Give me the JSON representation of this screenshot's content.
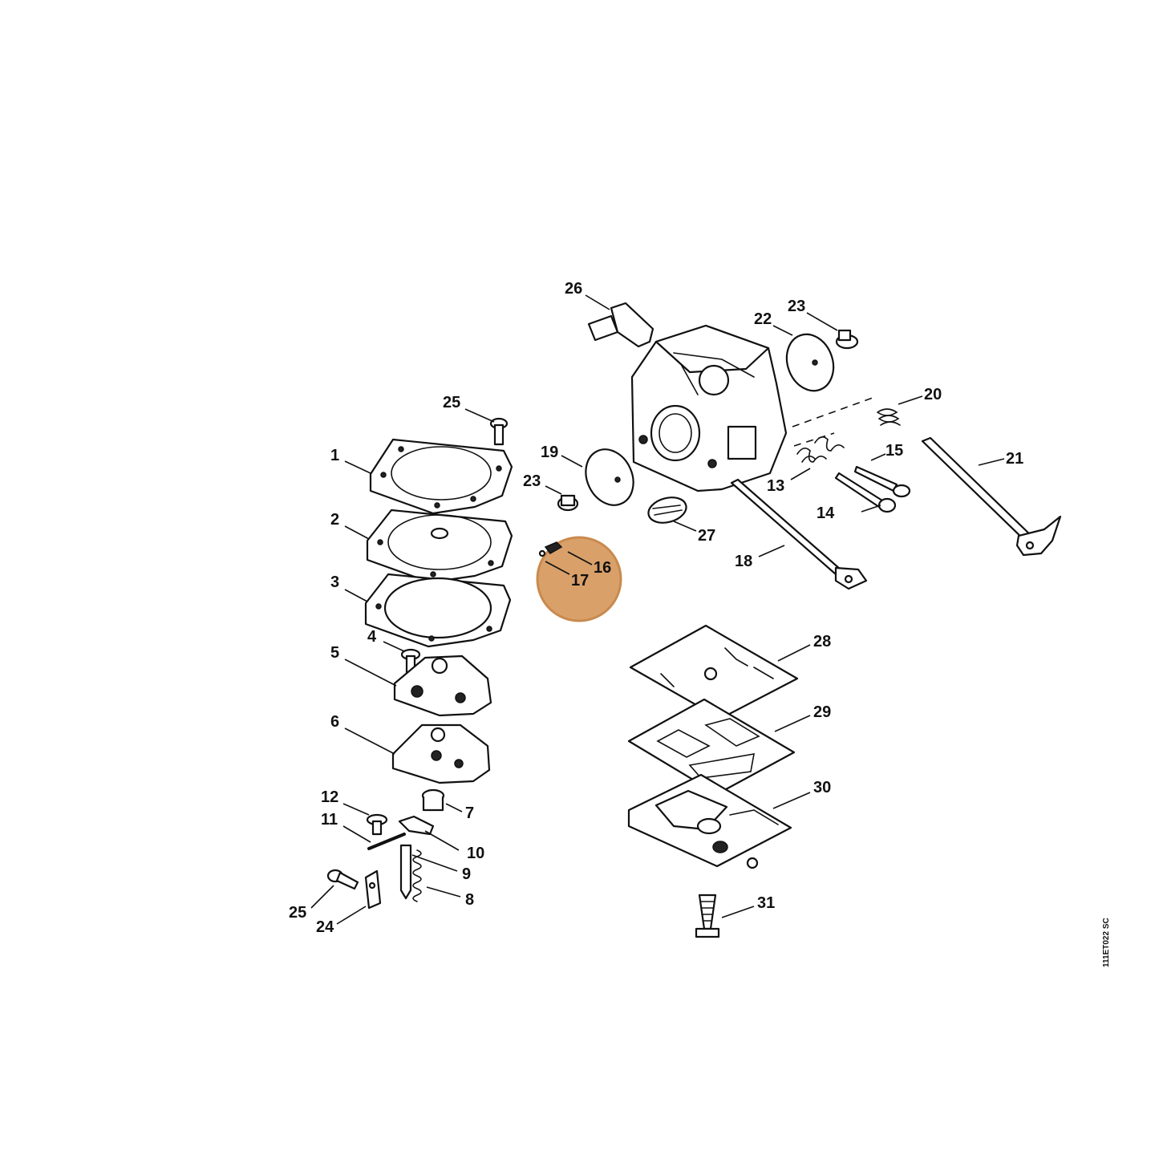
{
  "figure_code": "111ET022 SC",
  "highlight_color": "#D9A06A",
  "highlight_stroke": "#C98A4E",
  "labels": [
    {
      "id": "callout-1",
      "text": "1"
    },
    {
      "id": "callout-2",
      "text": "2"
    },
    {
      "id": "callout-3",
      "text": "3"
    },
    {
      "id": "callout-4",
      "text": "4"
    },
    {
      "id": "callout-5",
      "text": "5"
    },
    {
      "id": "callout-6",
      "text": "6"
    },
    {
      "id": "callout-7",
      "text": "7"
    },
    {
      "id": "callout-8",
      "text": "8"
    },
    {
      "id": "callout-9",
      "text": "9"
    },
    {
      "id": "callout-10",
      "text": "10"
    },
    {
      "id": "callout-11",
      "text": "11"
    },
    {
      "id": "callout-12",
      "text": "12"
    },
    {
      "id": "callout-13",
      "text": "13"
    },
    {
      "id": "callout-14",
      "text": "14"
    },
    {
      "id": "callout-15",
      "text": "15"
    },
    {
      "id": "callout-16",
      "text": "16"
    },
    {
      "id": "callout-17",
      "text": "17"
    },
    {
      "id": "callout-18",
      "text": "18"
    },
    {
      "id": "callout-19",
      "text": "19"
    },
    {
      "id": "callout-20",
      "text": "20"
    },
    {
      "id": "callout-21",
      "text": "21"
    },
    {
      "id": "callout-22",
      "text": "22"
    },
    {
      "id": "callout-23a",
      "text": "23"
    },
    {
      "id": "callout-23b",
      "text": "23"
    },
    {
      "id": "callout-24",
      "text": "24"
    },
    {
      "id": "callout-25a",
      "text": "25"
    },
    {
      "id": "callout-25b",
      "text": "25"
    },
    {
      "id": "callout-26",
      "text": "26"
    },
    {
      "id": "callout-27",
      "text": "27"
    },
    {
      "id": "callout-28",
      "text": "28"
    },
    {
      "id": "callout-29",
      "text": "29"
    },
    {
      "id": "callout-30",
      "text": "30"
    },
    {
      "id": "callout-31",
      "text": "31"
    }
  ]
}
